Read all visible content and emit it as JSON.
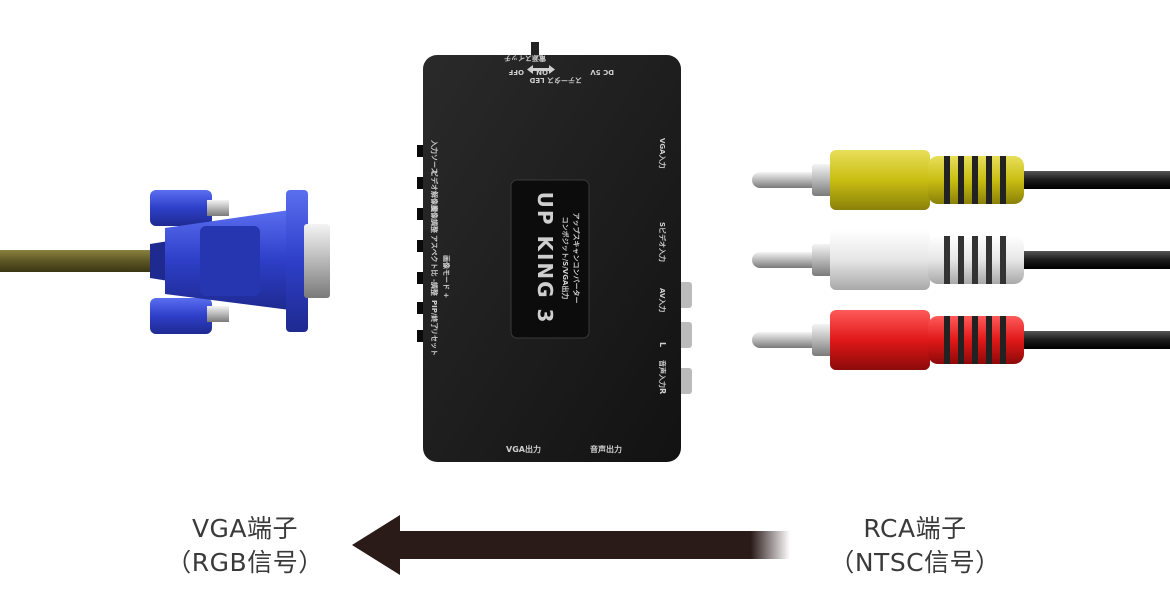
{
  "captions": {
    "left": {
      "title": "VGA端子",
      "subtitle": "（RGB信号）"
    },
    "right": {
      "title": "RCA端子",
      "subtitle": "（NTSC信号）"
    }
  },
  "device": {
    "brand": "UP KING 3",
    "description_line1": "コンポジット/S/VGA出力",
    "description_line2": "アップスキャンコンバーター",
    "top_labels": {
      "power_switch": "電源スイッチ",
      "off": "OFF",
      "on": "ON",
      "status_led": "ステータス LED",
      "dc5v": "DC 5V"
    },
    "left_labels": [
      "入力ソース",
      "ビデオ解像度",
      "画像調整",
      "アスペクト比 -調整",
      "画像モード +",
      "PIP/終了",
      "リセット"
    ],
    "right_labels": {
      "vga_in": "VGA入力",
      "svideo_in": "Sビデオ入力",
      "av_in": "AV入力",
      "audio_in": "音声入力",
      "l": "L",
      "r": "R"
    },
    "bottom_labels": {
      "vga_out": "VGA出力",
      "audio_out": "音声出力"
    }
  },
  "colors": {
    "arrow": "#2a1a18",
    "vga_connector": "#2e3fc8",
    "rca_yellow": "#c9be12",
    "rca_white": "#e6e6e6",
    "rca_red": "#e01818",
    "device_body": "#1c1c1c"
  }
}
